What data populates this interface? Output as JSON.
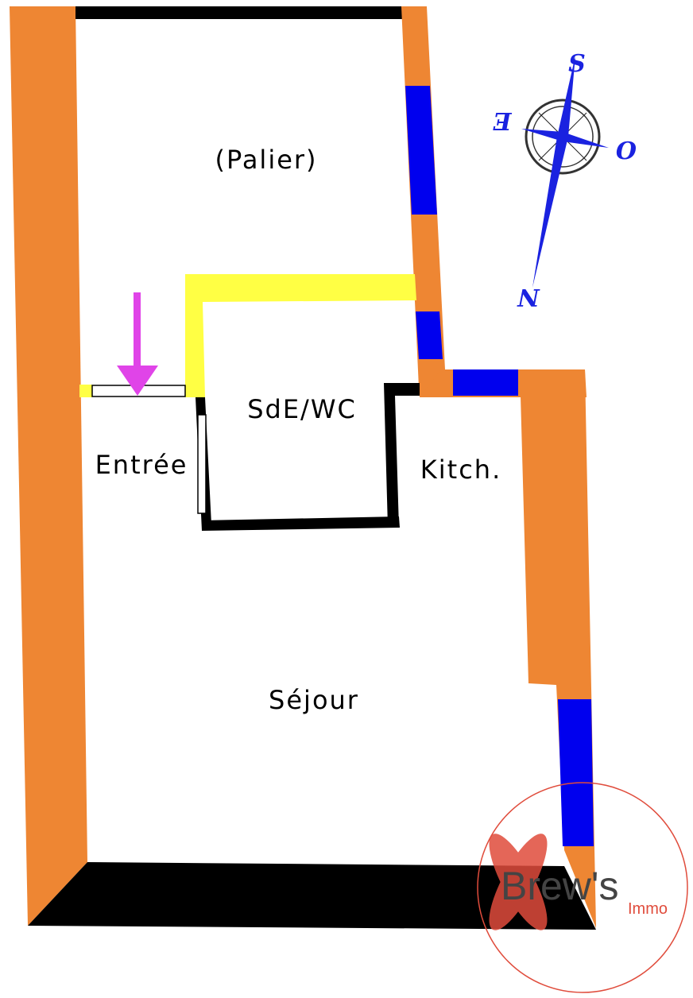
{
  "colors": {
    "wall_exterior": "#ee8633",
    "wall_dark": "#000000",
    "window": "#0000ee",
    "partition": "#ffff44",
    "entrance_arrow": "#e044e8",
    "compass": "#1a22e0",
    "logo_accent": "#e04c3c"
  },
  "rooms": {
    "palier": "(Palier)",
    "sde_wc": "SdE/WC",
    "entree": "Entrée",
    "kitchen": "Kitch.",
    "sejour": "Séjour"
  },
  "compass": {
    "north": "N",
    "south": "S",
    "east": "E",
    "west": "O"
  },
  "logo": {
    "brand": "Brew's",
    "sub": "Immo"
  }
}
